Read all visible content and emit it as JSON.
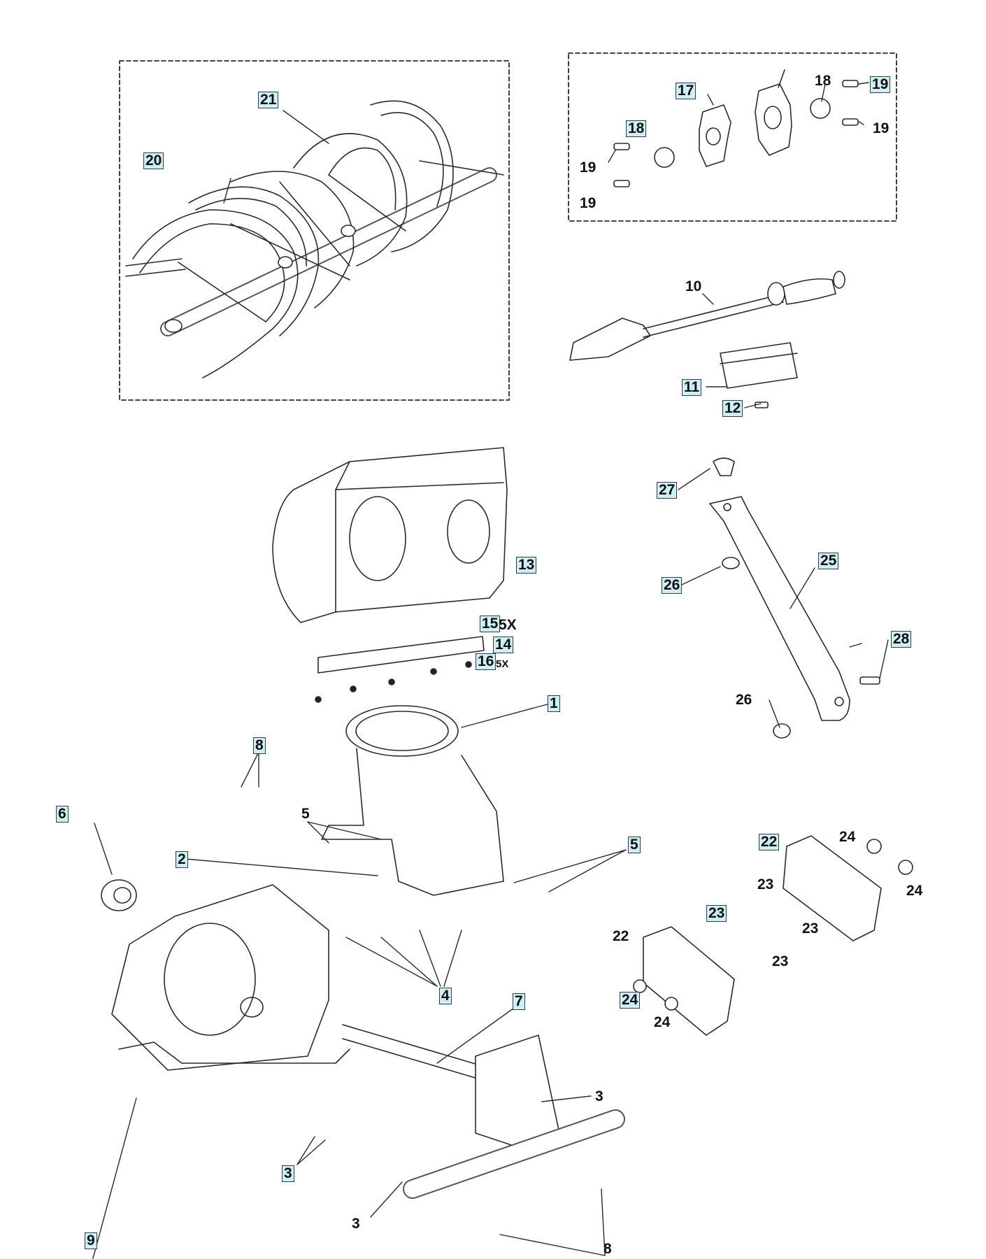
{
  "callouts": [
    {
      "id": "c1",
      "text": "1",
      "boxed": true
    },
    {
      "id": "c2",
      "text": "2",
      "boxed": true
    },
    {
      "id": "c3a",
      "text": "3",
      "boxed": false
    },
    {
      "id": "c3b",
      "text": "3",
      "boxed": true
    },
    {
      "id": "c3c",
      "text": "3",
      "boxed": false
    },
    {
      "id": "c4",
      "text": "4",
      "boxed": true
    },
    {
      "id": "c5a",
      "text": "5",
      "boxed": false
    },
    {
      "id": "c5b",
      "text": "5",
      "boxed": true
    },
    {
      "id": "c6",
      "text": "6",
      "boxed": true
    },
    {
      "id": "c7",
      "text": "7",
      "boxed": true
    },
    {
      "id": "c8a",
      "text": "8",
      "boxed": true
    },
    {
      "id": "c8b",
      "text": "8",
      "boxed": false
    },
    {
      "id": "c9",
      "text": "9",
      "boxed": true
    },
    {
      "id": "c10",
      "text": "10",
      "boxed": false
    },
    {
      "id": "c11",
      "text": "11",
      "boxed": true
    },
    {
      "id": "c12",
      "text": "12",
      "boxed": true
    },
    {
      "id": "c13",
      "text": "13",
      "boxed": true
    },
    {
      "id": "c14",
      "text": "14",
      "boxed": true
    },
    {
      "id": "c15",
      "text": "15",
      "boxed": true
    },
    {
      "id": "c16",
      "text": "16",
      "boxed": true
    },
    {
      "id": "c17",
      "text": "17",
      "boxed": true
    },
    {
      "id": "c18a",
      "text": "18",
      "boxed": false
    },
    {
      "id": "c18b",
      "text": "18",
      "boxed": true
    },
    {
      "id": "c19a",
      "text": "19",
      "boxed": true
    },
    {
      "id": "c19b",
      "text": "19",
      "boxed": false
    },
    {
      "id": "c19c",
      "text": "19",
      "boxed": false
    },
    {
      "id": "c19d",
      "text": "19",
      "boxed": false
    },
    {
      "id": "c20",
      "text": "20",
      "boxed": true
    },
    {
      "id": "c21",
      "text": "21",
      "boxed": true
    },
    {
      "id": "c22a",
      "text": "22",
      "boxed": true
    },
    {
      "id": "c22b",
      "text": "22",
      "boxed": false
    },
    {
      "id": "c23a",
      "text": "23",
      "boxed": false
    },
    {
      "id": "c23b",
      "text": "23",
      "boxed": true
    },
    {
      "id": "c23c",
      "text": "23",
      "boxed": false
    },
    {
      "id": "c23d",
      "text": "23",
      "boxed": false
    },
    {
      "id": "c24a",
      "text": "24",
      "boxed": false
    },
    {
      "id": "c24b",
      "text": "24",
      "boxed": false
    },
    {
      "id": "c24c",
      "text": "24",
      "boxed": true
    },
    {
      "id": "c24d",
      "text": "24",
      "boxed": false
    },
    {
      "id": "c25",
      "text": "25",
      "boxed": true
    },
    {
      "id": "c26a",
      "text": "26",
      "boxed": true
    },
    {
      "id": "c26b",
      "text": "26",
      "boxed": false
    },
    {
      "id": "c27",
      "text": "27",
      "boxed": true
    },
    {
      "id": "c28",
      "text": "28",
      "boxed": true
    }
  ],
  "quantity_suffixes": [
    {
      "id": "q15",
      "text": "5X"
    },
    {
      "id": "q16",
      "text": "5X"
    }
  ]
}
